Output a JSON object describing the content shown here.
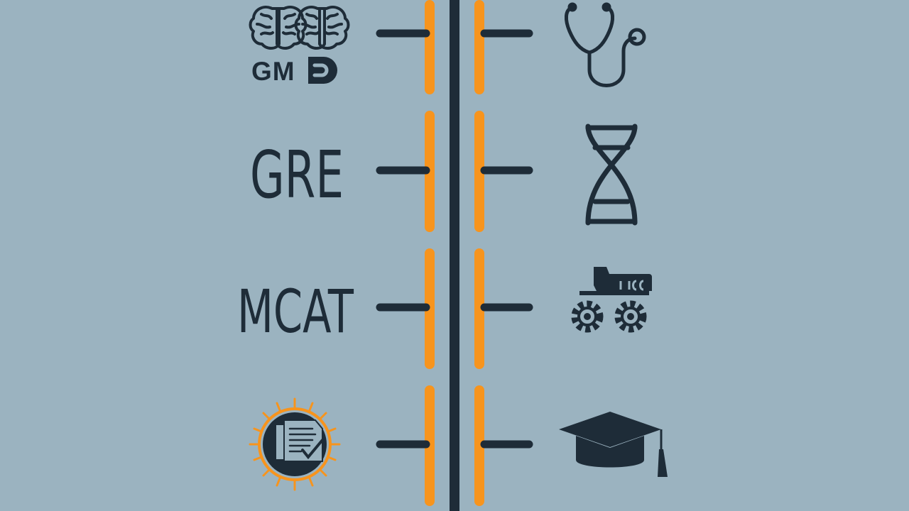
{
  "colors": {
    "background": "#9bb3c0",
    "spine": "#1e2c38",
    "accent": "#f7941d",
    "ink": "#1e2c38",
    "tick": "#1e2c38"
  },
  "left_items": [
    {
      "label": "GM",
      "icon": "brain-icon"
    },
    {
      "label": "GRE",
      "icon": ""
    },
    {
      "label": "MCAT",
      "icon": ""
    },
    {
      "label": "",
      "icon": "sun-document-icon"
    }
  ],
  "right_items": [
    {
      "icon": "stethoscope-icon"
    },
    {
      "icon": "dna-helix-icon"
    },
    {
      "icon": "gears-machine-icon"
    },
    {
      "icon": "graduation-cap-icon"
    }
  ]
}
